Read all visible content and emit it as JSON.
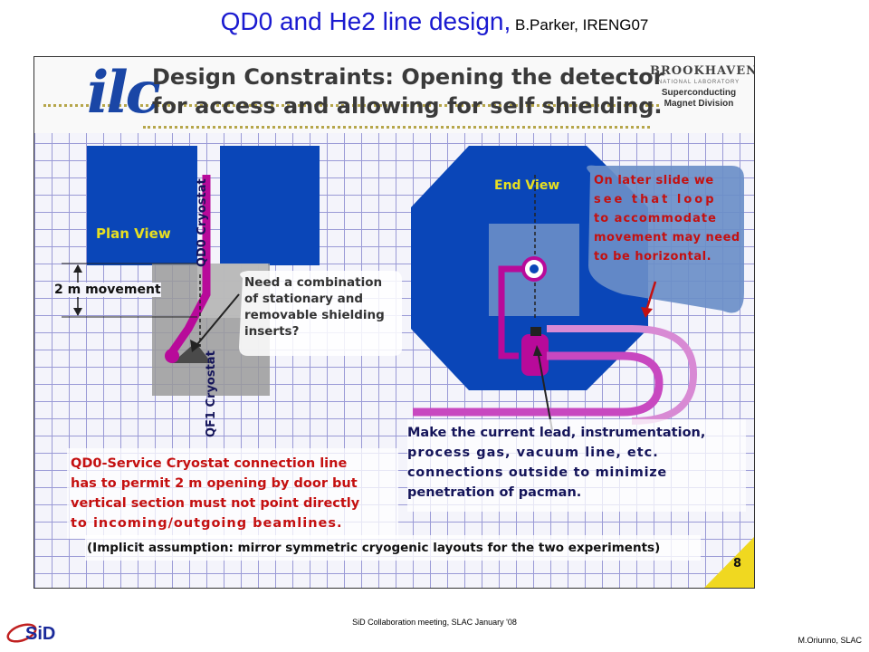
{
  "title": {
    "main": "QD0  and He2 line design,",
    "author": " B.Parker, IRENG07"
  },
  "slide": {
    "logo_text": "ilc",
    "heading_line1": "Design Constraints: Opening the detector",
    "heading_line2": "for access and allowing for self shielding.",
    "institution": {
      "name": "BROOKHAVEN",
      "sub": "NATIONAL LABORATORY",
      "division_line1": "Superconducting",
      "division_line2": "Magnet Division"
    },
    "plan_view": "Plan View",
    "qd0_cryostat": "QD0 Cryostat",
    "qf1_cryostat": "QF1 Cryostat",
    "movement": "2 m movement",
    "shielding_note": [
      "Need a combination",
      "of stationary and",
      "removable shielding",
      "inserts?"
    ],
    "end_view": "End View",
    "later_note": [
      "On later slide we",
      "see that loop",
      "to accommodate",
      "movement may need",
      "to be horizontal."
    ],
    "lead_note": [
      "Make the current lead, instrumentation,",
      "process gas, vacuum line, etc.",
      "connections outside to minimize",
      "penetration of pacman."
    ],
    "red_note": [
      "QD0-Service Cryostat connection line",
      "has to permit 2 m opening by door but",
      "vertical section must not point directly",
      "to incoming/outgoing beamlines."
    ],
    "assumption": "(Implicit assumption: mirror symmetric cryogenic layouts for the two experiments)",
    "page_number": "8"
  },
  "footer": {
    "meeting": "SiD Collaboration meeting, SLAC January '08",
    "presenter": "M.Oriunno, SLAC",
    "logo": "SiD"
  },
  "colors": {
    "title_blue": "#1a1ad0",
    "navy": "#15155a",
    "red": "#c41010",
    "detector_blue": "#0a46b8",
    "magenta": "#b80a9a"
  }
}
